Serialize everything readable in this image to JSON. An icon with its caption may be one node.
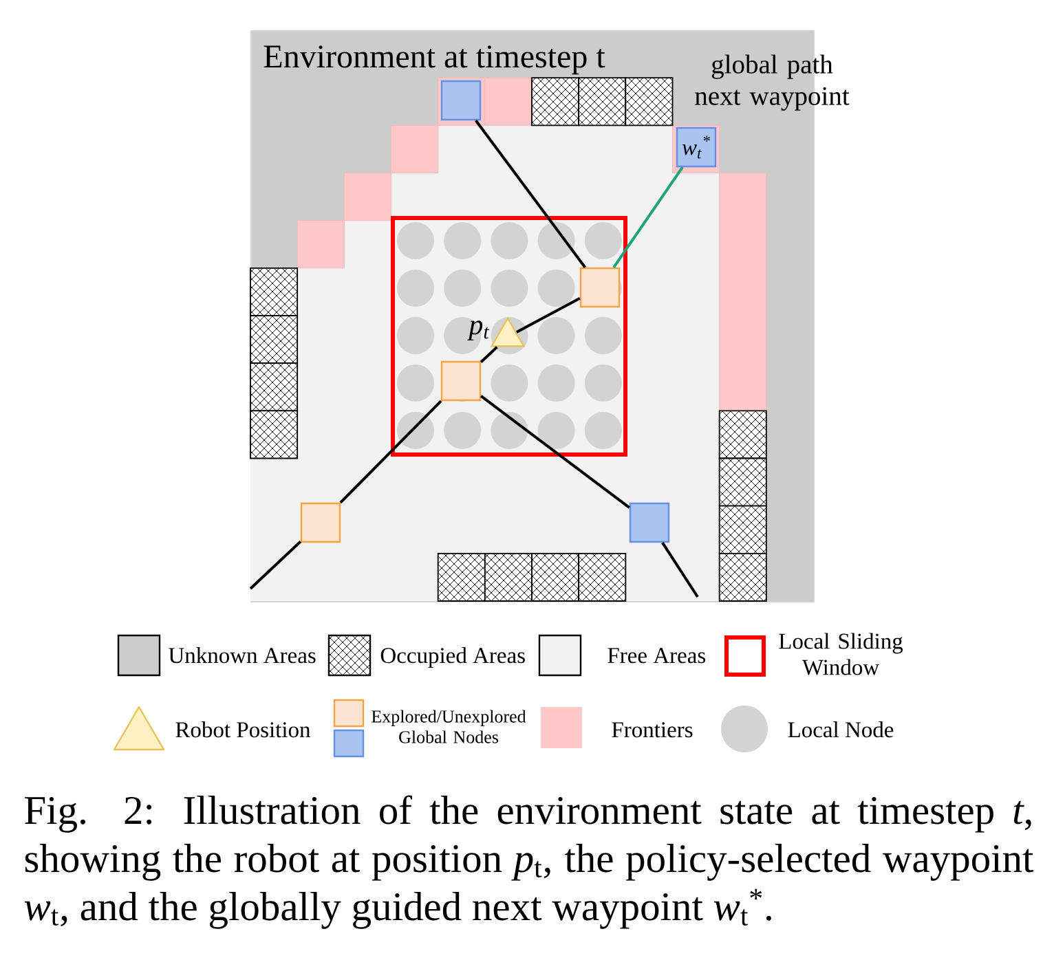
{
  "diagram": {
    "caption": "Fig. 2: Illustration of the environment state at timestep *t*, showing the robot at position *p*$_{t}$, the policy-selected waypoint *w*$_{t}$, and the globally guided next waypoint *w*$_{t}$$^{*}$.",
    "nodes": [
      {
        "text": [
          "Environment at timestep t"
        ]
      },
      {
        "text": [],
        "shape": "box",
        "in": 0
      },
      {
        "text": [
          "w$_{t}$$^{*}$"
        ],
        "beside": [
          "global path next waypoint"
        ],
        "in": 0
      },
      {
        "text": [],
        "shape": "box",
        "in": 0
      },
      {
        "text": [],
        "shape": "triangle",
        "beside": [
          "p$_{t}$"
        ],
        "in": 0
      },
      {
        "text": [],
        "shape": "box",
        "in": 0
      },
      {
        "text": [],
        "shape": "box",
        "in": 0
      },
      {
        "text": [],
        "shape": "box",
        "in": 0
      }
    ],
    "edges": [
      {
        "from": 1,
        "to": 3,
        "arrow": "none"
      },
      {
        "from": 3,
        "to": 2,
        "arrow": "none",
        "color": "#1fa37a"
      },
      {
        "from": 5,
        "to": 4,
        "arrow": "none"
      },
      {
        "from": 4,
        "to": 3,
        "arrow": "none"
      },
      {
        "from": 5,
        "to": 6,
        "arrow": "none"
      },
      {
        "from": 6,
        "to": null,
        "arrow": "none"
      },
      {
        "from": 5,
        "to": 7,
        "arrow": "none"
      },
      {
        "from": 7,
        "to": null,
        "arrow": "none"
      }
    ],
    "legend": [
      {
        "text": "Unknown Areas",
        "color": "#cccccc"
      },
      {
        "text": "Occupied Areas"
      },
      {
        "text": "Free Areas",
        "color": "#f2f2f2"
      },
      {
        "text": "Local Sliding Window"
      },
      {
        "text": "Robot Position"
      },
      {
        "text": "Explored/Unexplored Global Nodes"
      },
      {
        "text": "Frontiers",
        "color": "#ffc7c7"
      },
      {
        "text": "Local Node"
      }
    ]
  }
}
